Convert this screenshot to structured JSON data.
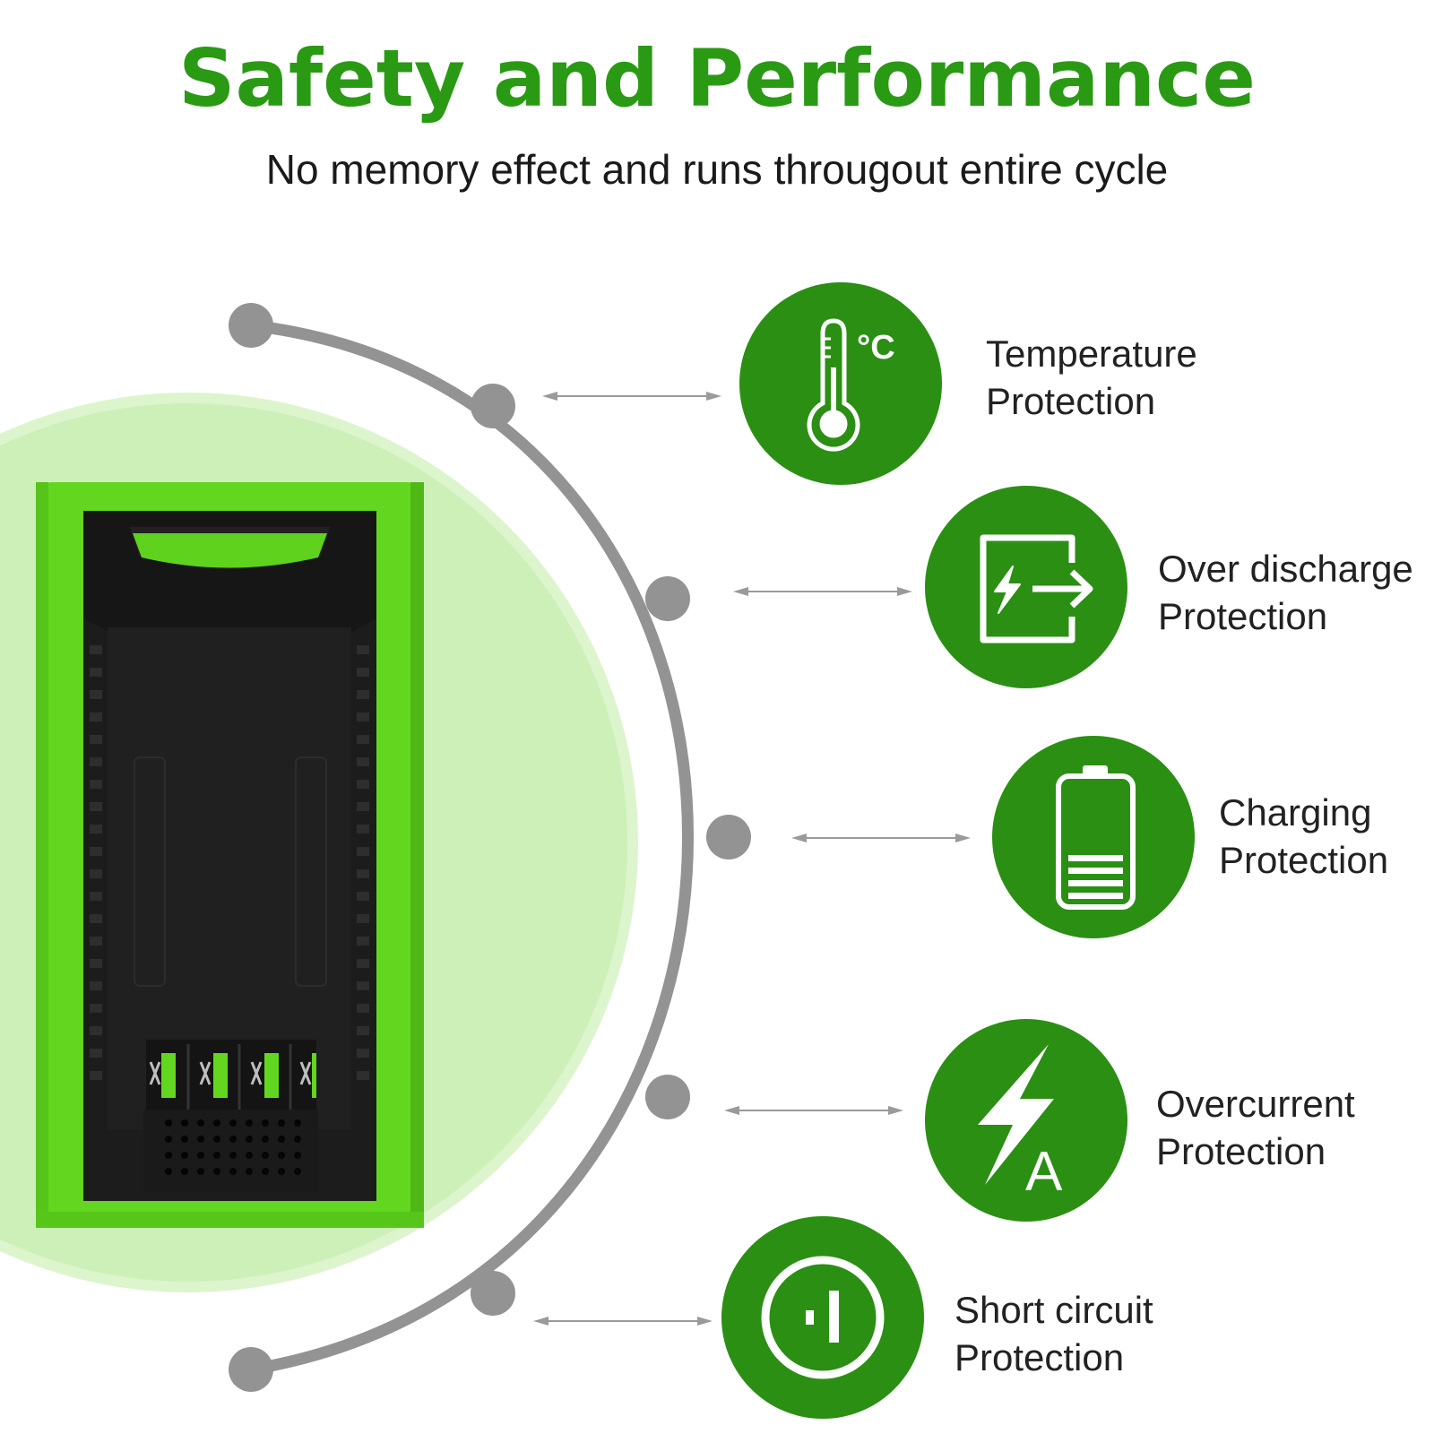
{
  "header": {
    "title": "Safety and Performance",
    "subtitle": "No memory effect and runs througout entire cycle"
  },
  "colors": {
    "title": "#2a9a14",
    "icon_circle": "#2b8f14",
    "halo": "#cdf0b9",
    "arc": "#939393",
    "arrow": "#9a9a9a",
    "battery_green": "#63d61f",
    "battery_black": "#1c1c1c"
  },
  "features": [
    {
      "icon": "thermometer-icon",
      "unit_label": "°C",
      "line1": "Temperature",
      "line2": "Protection"
    },
    {
      "icon": "discharge-exit-icon",
      "line1": "Over discharge",
      "line2": "Protection"
    },
    {
      "icon": "battery-charge-icon",
      "line1": "Charging",
      "line2": "Protection"
    },
    {
      "icon": "lightning-ampere-icon",
      "unit_label": "A",
      "line1": "Overcurrent",
      "line2": "Protection"
    },
    {
      "icon": "power-symbol-icon",
      "line1": "Short circuit",
      "line2": "Protection"
    }
  ]
}
